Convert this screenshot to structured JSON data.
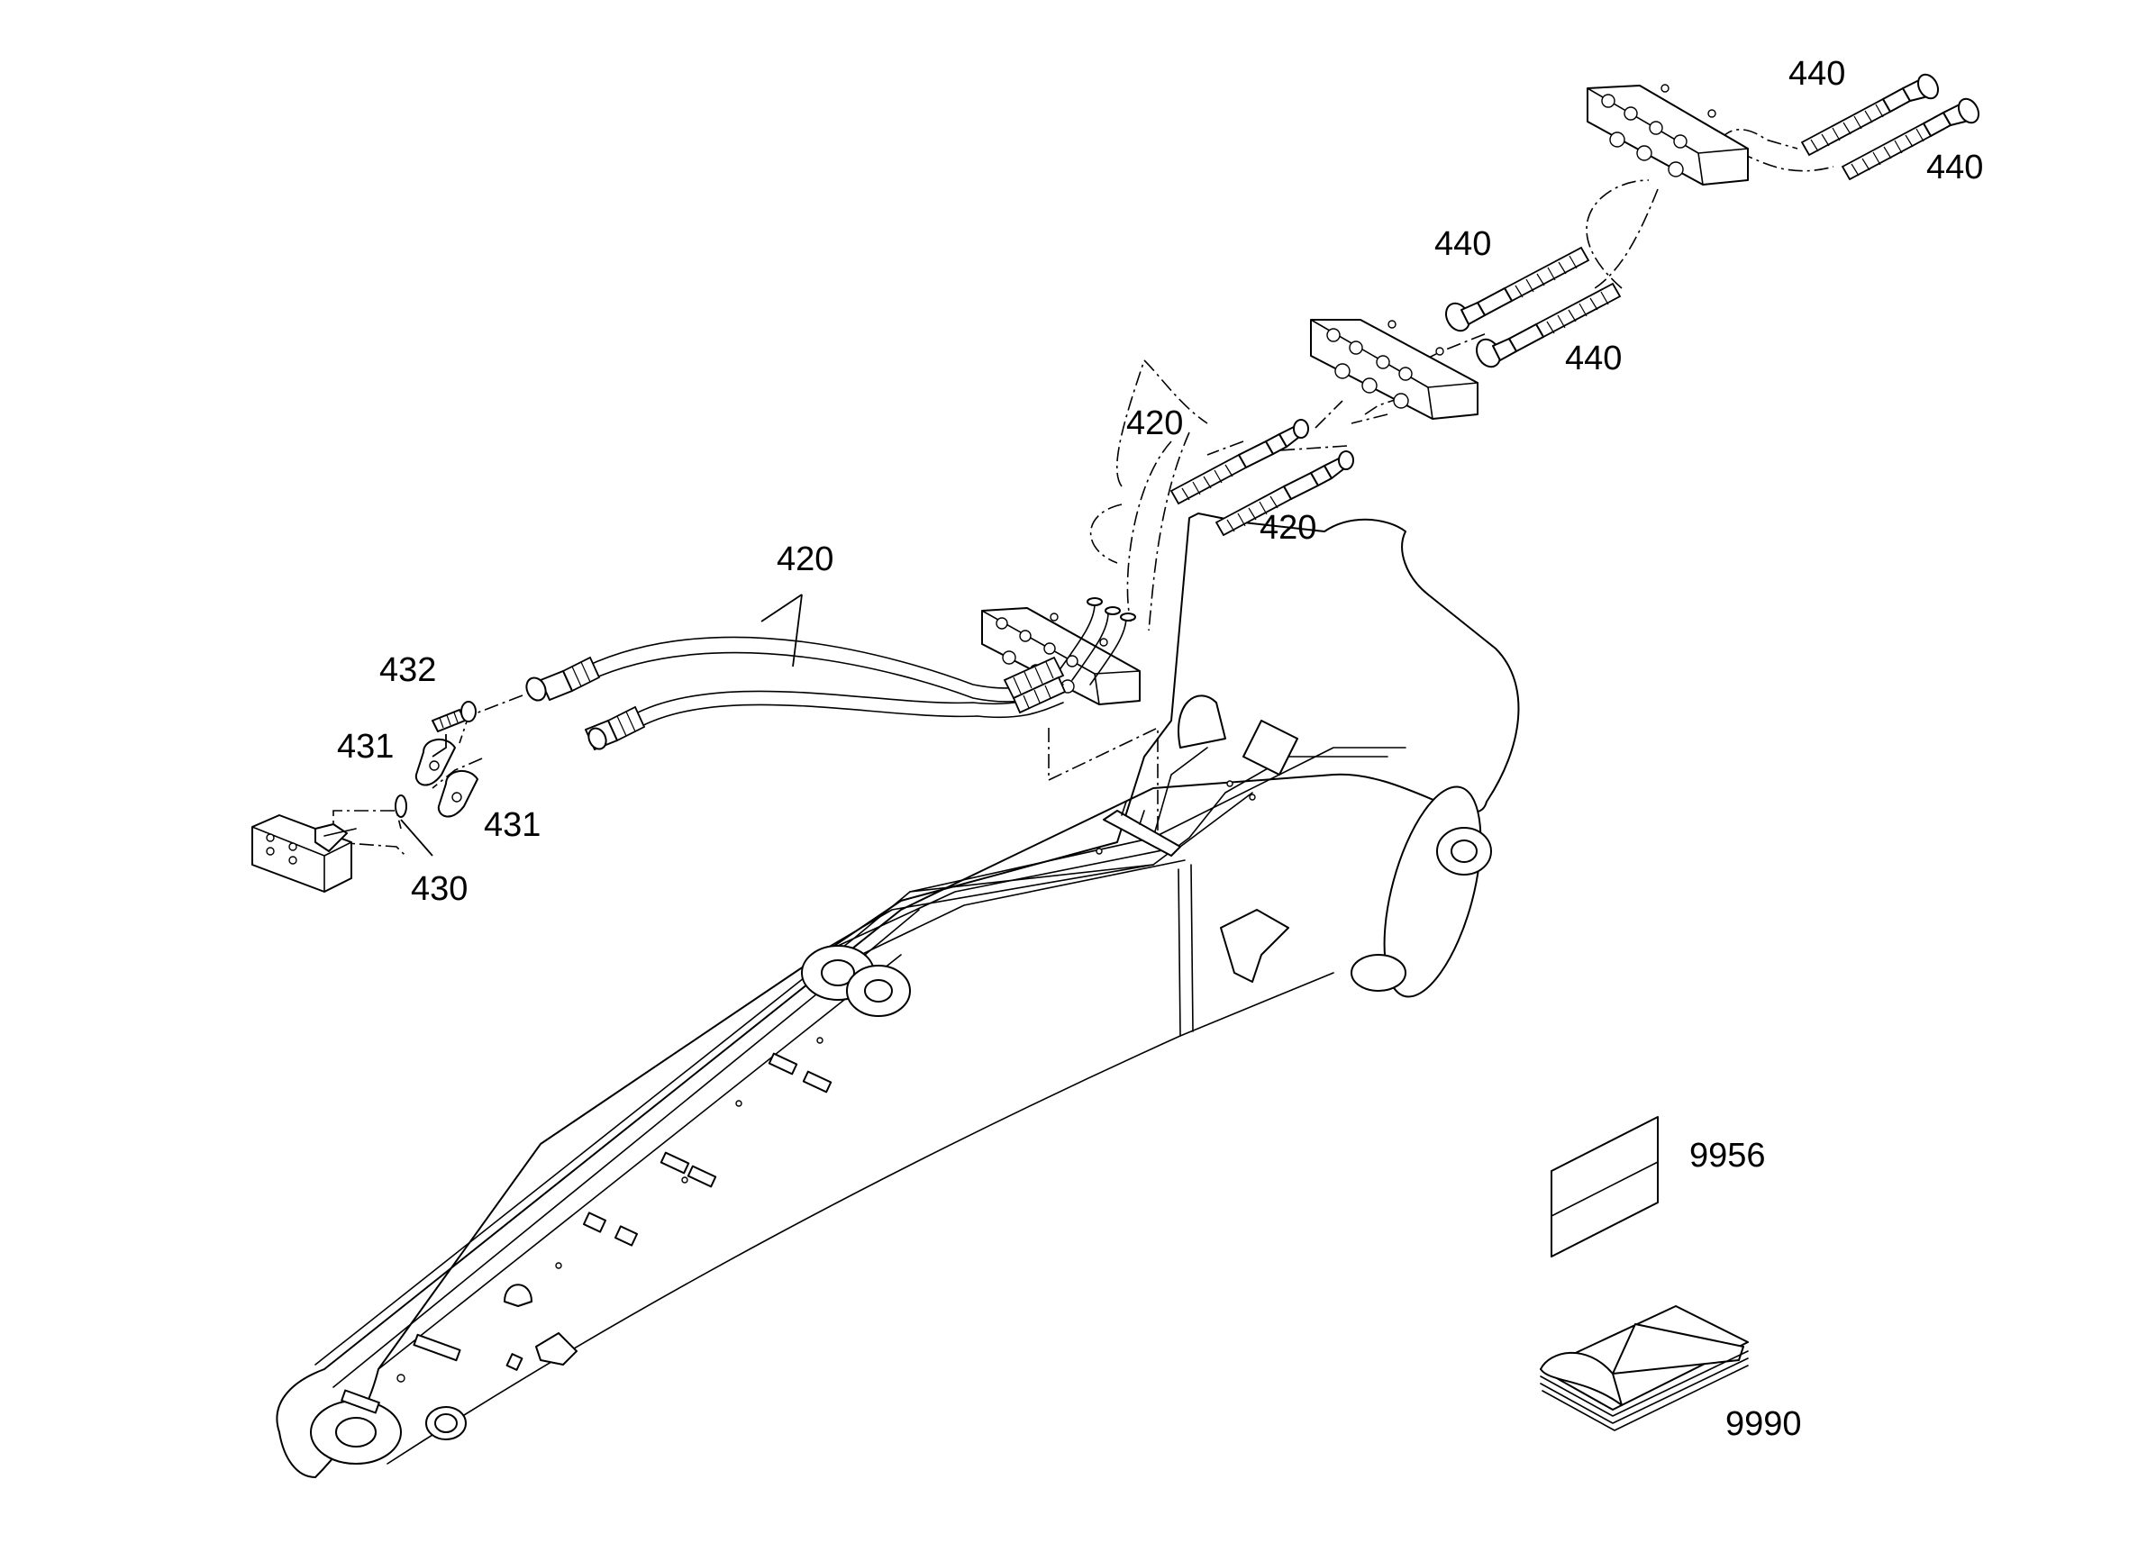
{
  "callouts": {
    "hose_420_top": "420",
    "hose_420_right": "420",
    "hose_420_main": "420",
    "hose_440_top_left": "440",
    "hose_440_top_right": "440",
    "hose_440_mid_left": "440",
    "hose_440_mid_right": "440",
    "screw_432": "432",
    "clamp_431_upper": "431",
    "clamp_431_lower": "431",
    "oring_430": "430",
    "decal_9956": "9956",
    "manual_9990": "9990"
  }
}
